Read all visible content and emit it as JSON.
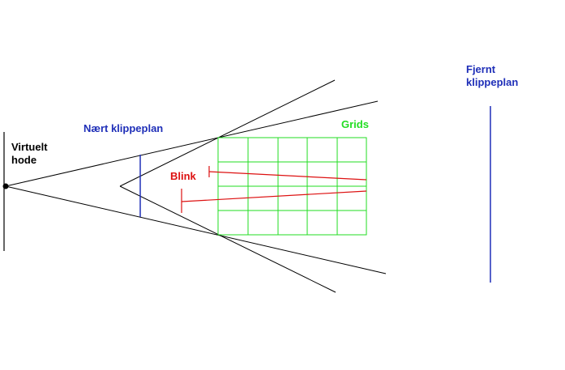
{
  "labels": {
    "virtual_head": "Virtuelt\nhode",
    "near_clip": "Nært klippeplan",
    "far_clip": "Fjernt\nklippeplan",
    "grids": "Grids",
    "blink": "Blink"
  },
  "colors": {
    "lines": "#000000",
    "clip_planes": "#1f2fb8",
    "grid": "#22dd22",
    "blink": "#dd1111"
  }
}
